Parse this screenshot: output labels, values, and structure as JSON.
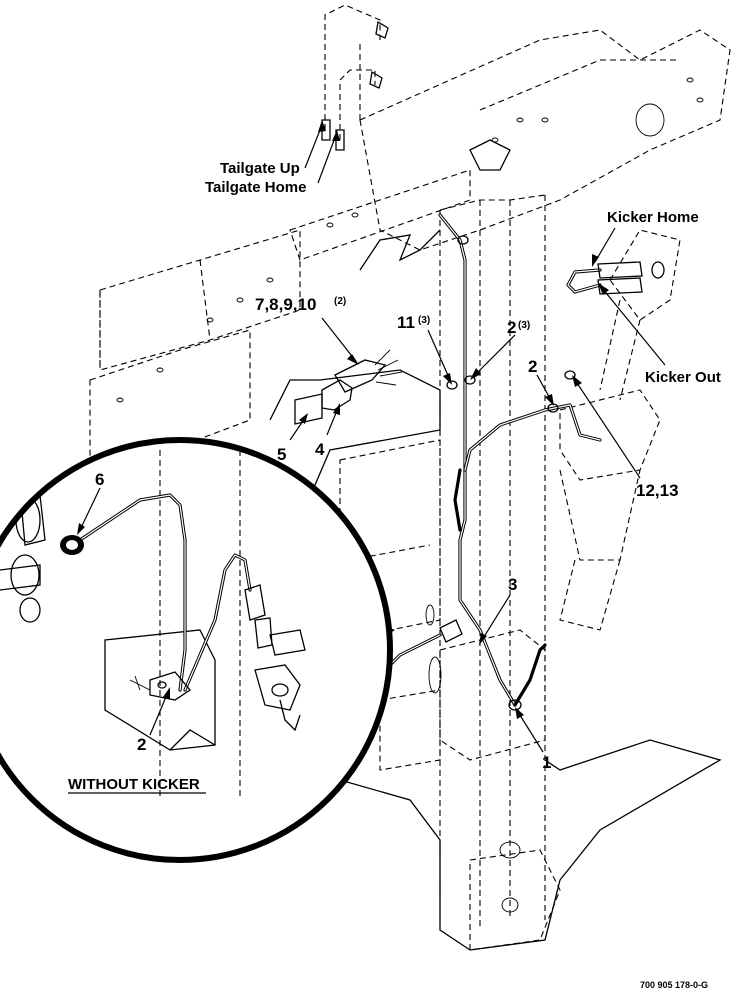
{
  "labels": {
    "tailgate_up": "Tailgate Up",
    "tailgate_home": "Tailgate Home",
    "kicker_home": "Kicker Home",
    "kicker_out": "Kicker Out",
    "l_7_8_9_10": "7,8,9,10",
    "l_7_8_9_10_qty": "(2)",
    "l_11": "11",
    "l_11_qty": "(3)",
    "l_2_top": "2",
    "l_2_top_qty": "(3)",
    "l_2_mid": "2",
    "l_5": "5",
    "l_4": "4",
    "l_12_13": "12,13",
    "l_6": "6",
    "l_3": "3",
    "l_1": "1",
    "l_2_inset": "2",
    "without_kicker": "WITHOUT KICKER",
    "figure_number": "700 905 178-0-G"
  }
}
